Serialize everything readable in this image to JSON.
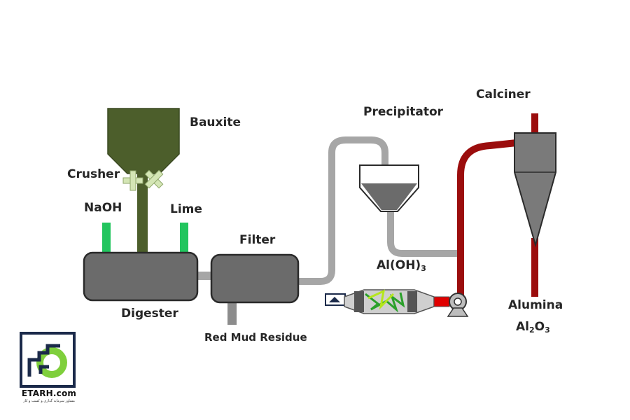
{
  "labels": {
    "bauxite": "Bauxite",
    "crusher": "Crusher",
    "naoh": "NaOH",
    "lime": "Lime",
    "digester": "Digester",
    "filter": "Filter",
    "red_mud": "Red Mud Residue",
    "precipitator": "Precipitator",
    "aloh3_main": "Al(OH)",
    "aloh3_sub": "3",
    "calciner": "Calciner",
    "alumina": "Alumina",
    "al2o3_al": "Al",
    "al2o3_sub1": "2",
    "al2o3_o": "O",
    "al2o3_sub2": "3"
  },
  "logo": {
    "name": "ETARH.com",
    "tagline": "مشاور سرمایه گذاری و کسب و کار"
  },
  "colors": {
    "hopper": "#4c5e2b",
    "crusher": "#d4e6b5",
    "reagent": "#22c55e",
    "vessel": "#6b6b6b",
    "pipe": "#a6a6a6",
    "hot_pipe": "#9b0d0d",
    "logo_green": "#7fcf3c",
    "logo_navy": "#1b2a4a"
  }
}
